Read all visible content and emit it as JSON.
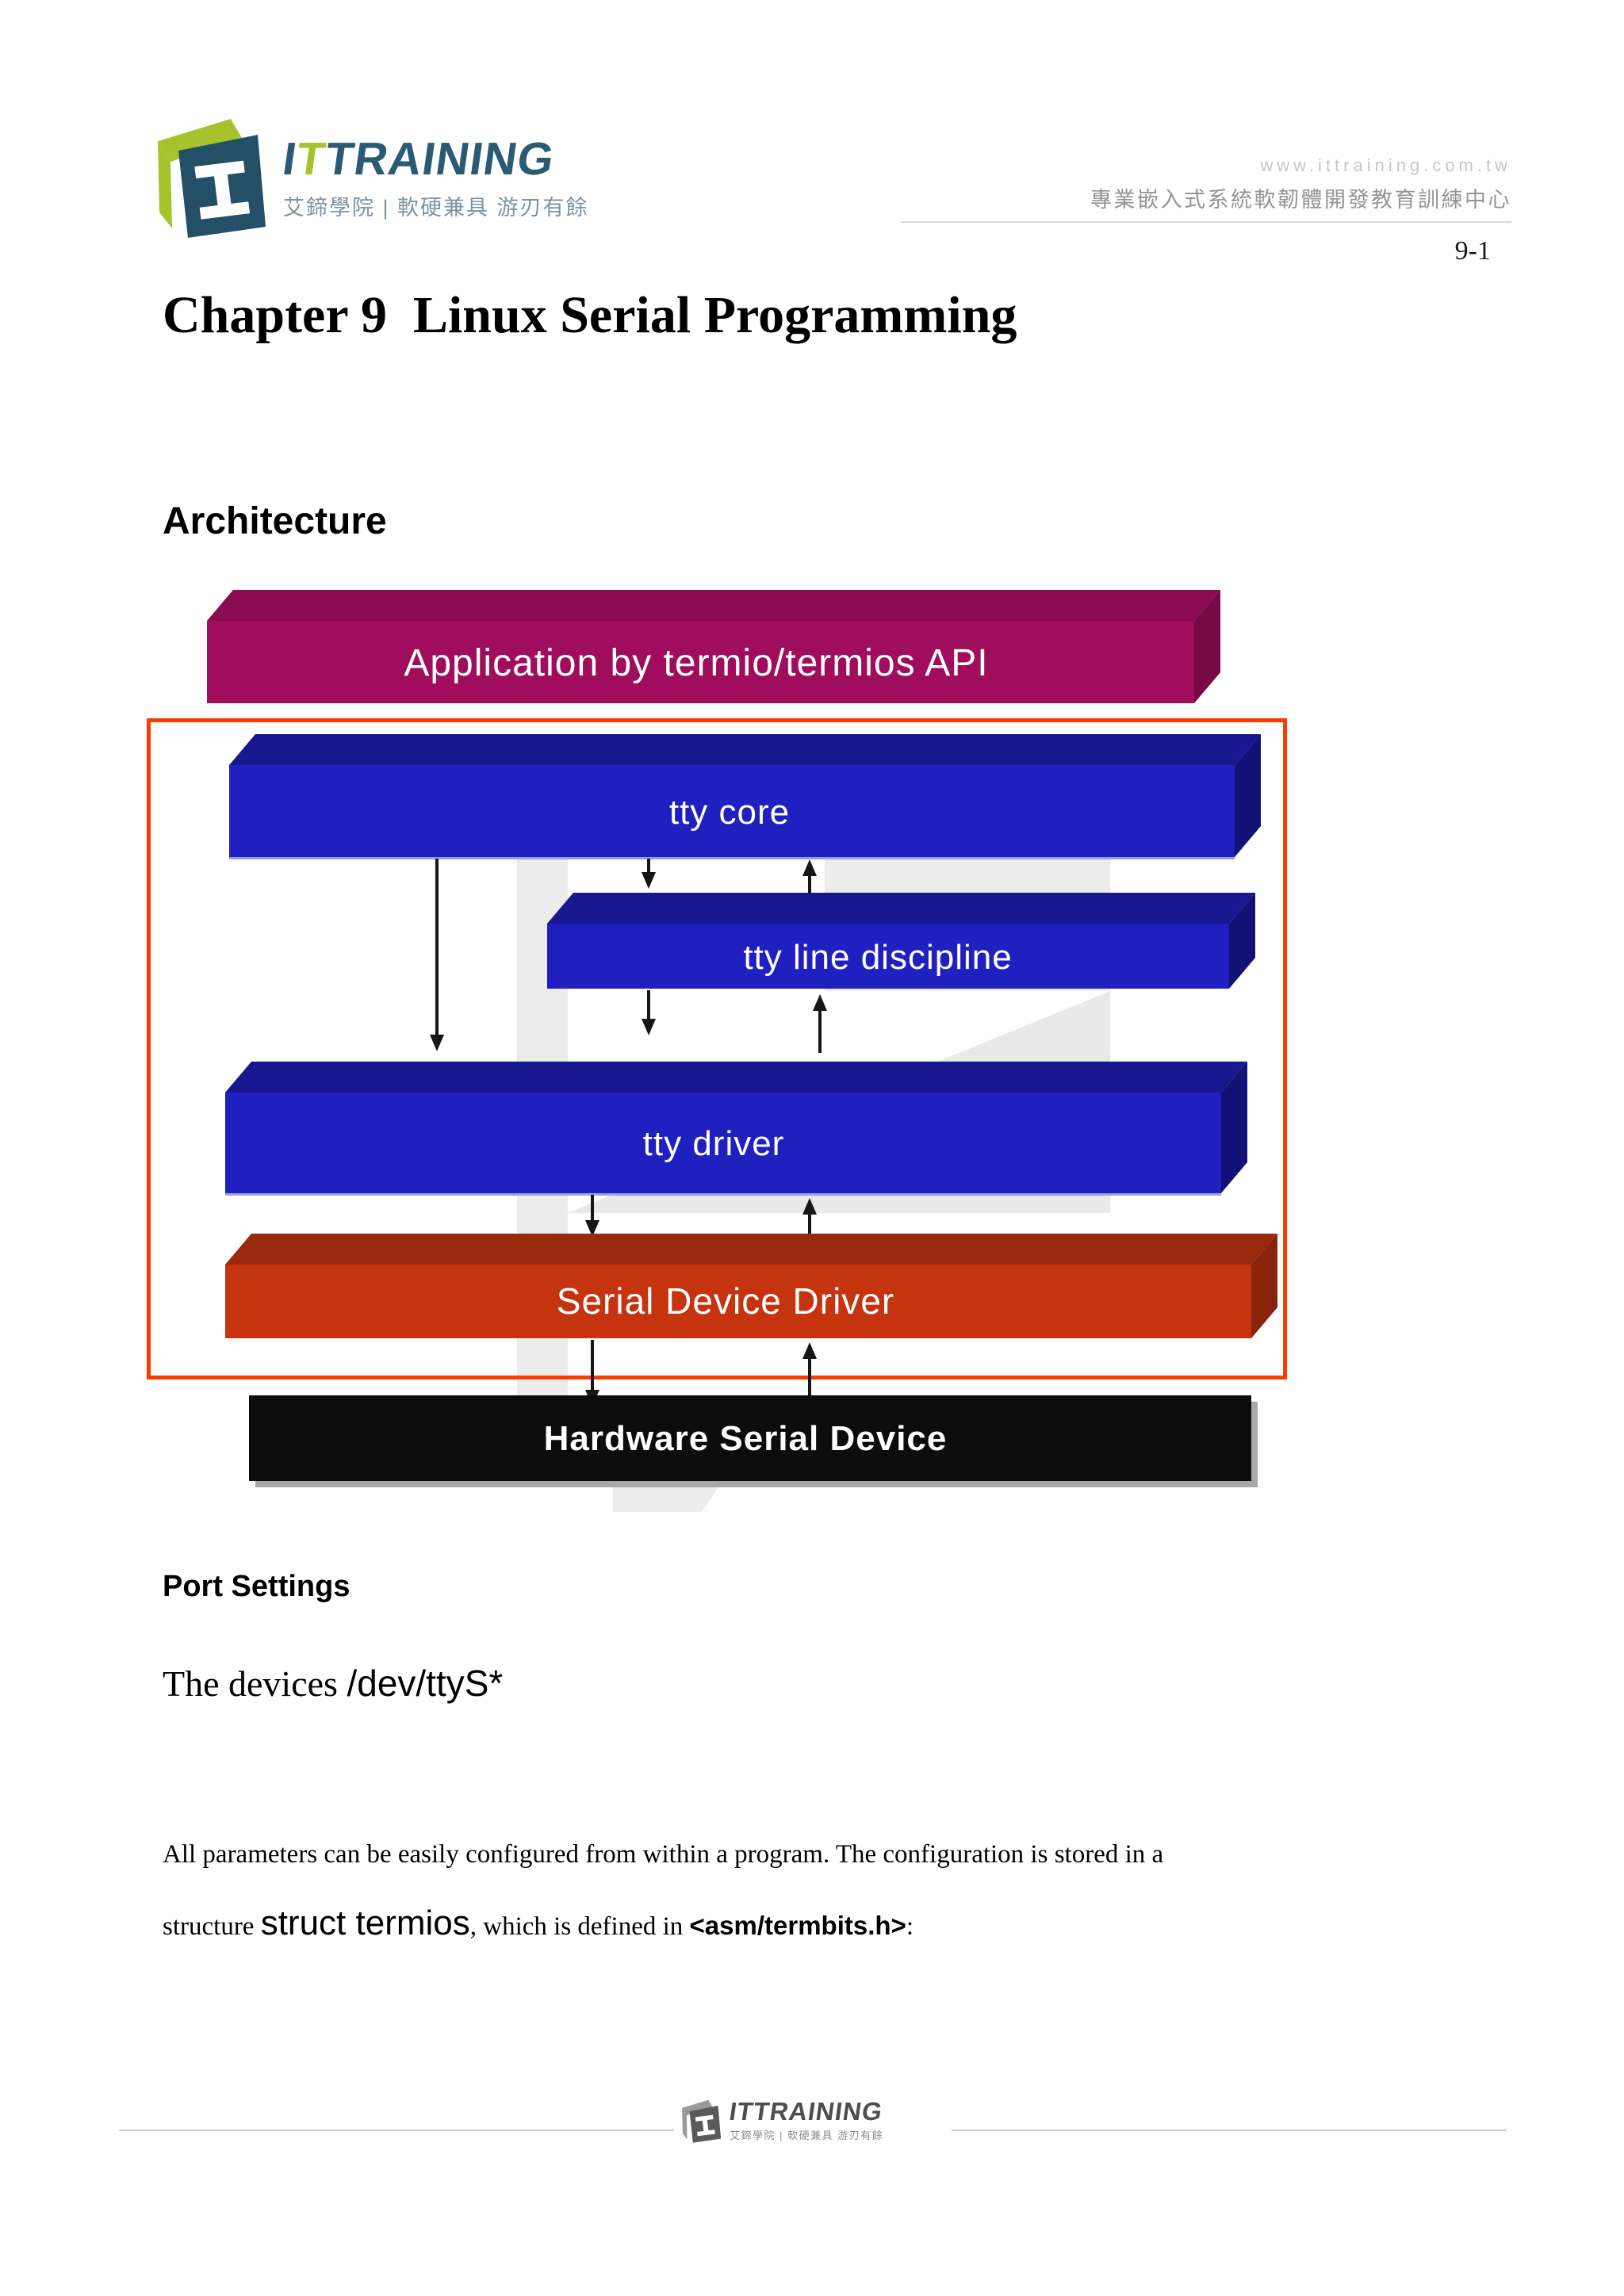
{
  "header": {
    "brand": {
      "i": "I",
      "t": "T",
      "rest": "TRAINING",
      "tagline": "艾鍗學院 | 軟硬兼具 游刃有餘"
    },
    "website": "www.ittraining.com.tw",
    "subtitle": "專業嵌入式系統軟韌體開發教育訓練中心",
    "page_number": "9-1"
  },
  "title": "Chapter 9  Linux Serial Programming",
  "headings": {
    "architecture": "Architecture",
    "port_settings": "Port Settings"
  },
  "devices": {
    "prefix": "The devices ",
    "path": "/dev/ttyS*"
  },
  "paragraph": {
    "line1": "All parameters can be easily configured from within a program. The configuration is stored in a",
    "line2_prefix": "structure ",
    "line2_code1": "struct termios",
    "line2_mid": ", which is defined in ",
    "line2_code2": "<asm/termbits.h>",
    "line2_end": ":"
  },
  "diagram": {
    "border_color": "#FB3B00",
    "arrow_color": "#161616",
    "watermark_color": "#ECECEC",
    "boxes": [
      {
        "id": "application-api",
        "label": "Application by termio/termios API",
        "front": "#A00D5C",
        "top": "#8A0B4F",
        "side": "#770944",
        "text_color": "#FFFFFF"
      },
      {
        "id": "tty-core",
        "label": "tty core",
        "front": "#2020C0",
        "top": "#17178F",
        "side": "#111177",
        "text_color": "#FFFFFF"
      },
      {
        "id": "tty-line-discipline",
        "label": "tty line discipline",
        "front": "#2020C0",
        "top": "#17178F",
        "side": "#111177",
        "text_color": "#FFFFFF"
      },
      {
        "id": "tty-driver",
        "label": "tty driver",
        "front": "#2020C0",
        "top": "#17178F",
        "side": "#111177",
        "text_color": "#FFFFFF"
      },
      {
        "id": "serial-device-driver",
        "label": "Serial Device Driver",
        "front": "#C5330F",
        "top": "#9A2A0E",
        "side": "#8A230B",
        "text_color": "#FFFFFF"
      },
      {
        "id": "hardware-serial-device",
        "label": "Hardware Serial Device",
        "front": "#0C0C0C",
        "top": "#0C0C0C",
        "side": "#0C0C0C",
        "text_color": "#FFFFFF"
      }
    ]
  },
  "footer": {
    "brand": "ITTRAINING",
    "tagline": "艾鍗學院 | 軟硬兼具 游刃有餘"
  }
}
